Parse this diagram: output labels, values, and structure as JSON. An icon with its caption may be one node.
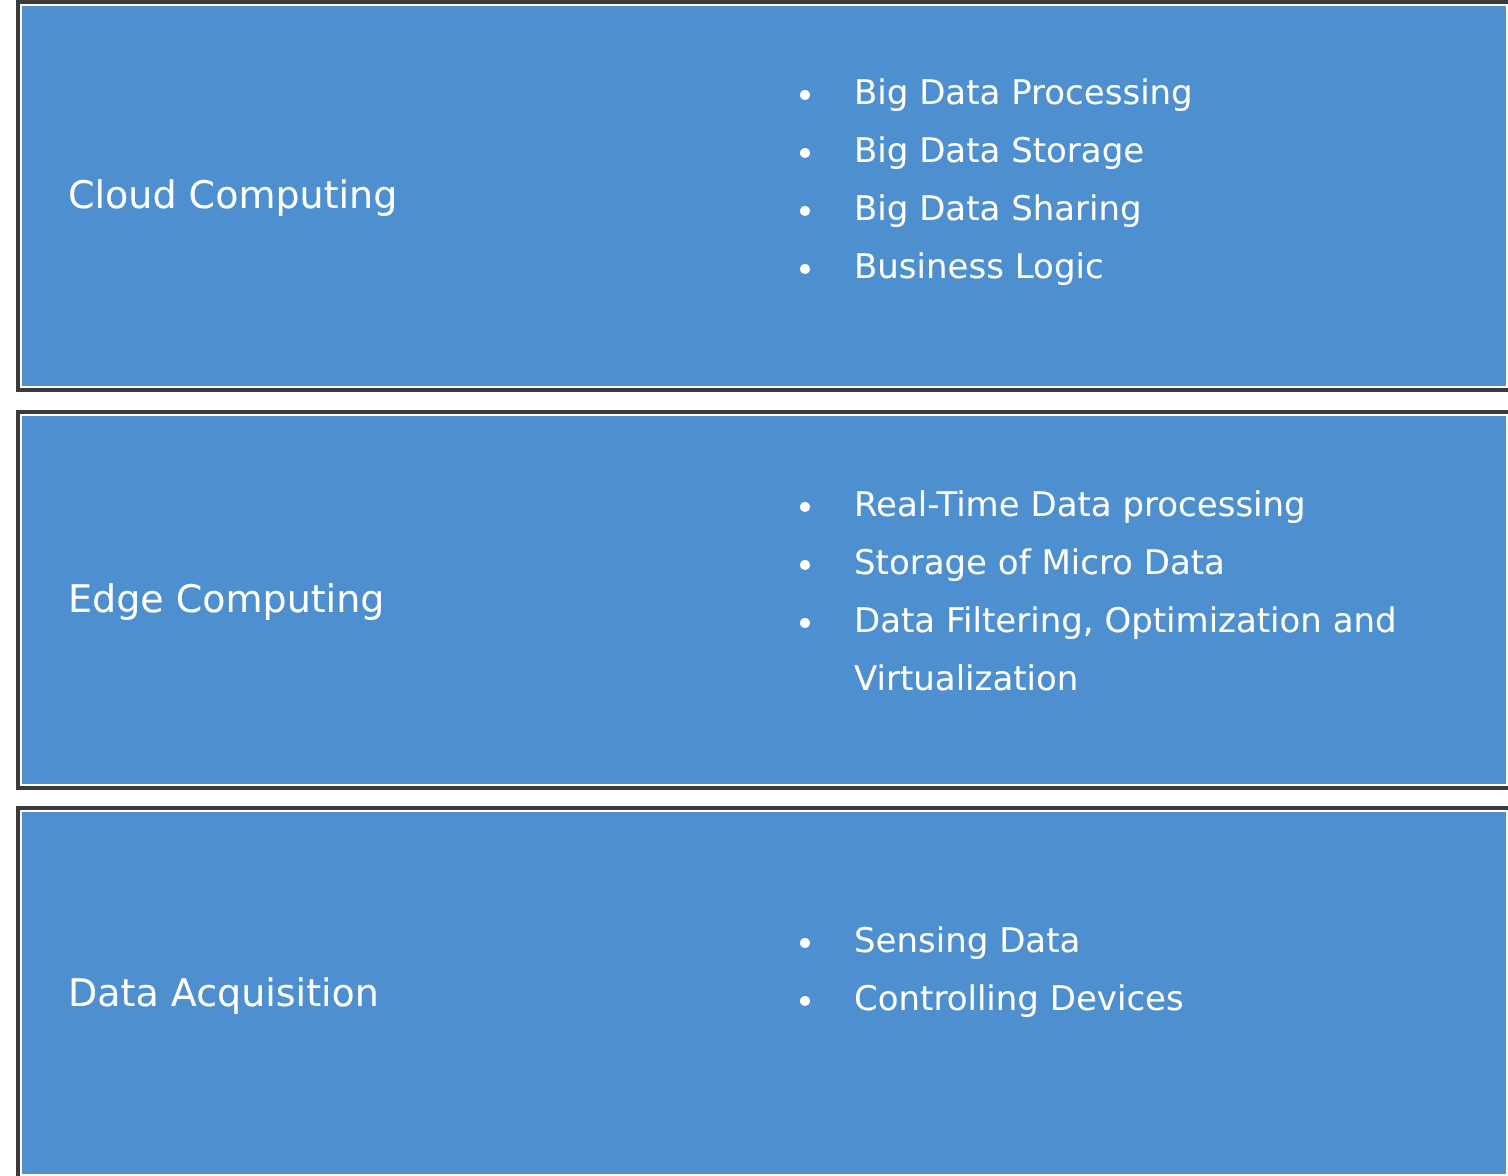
{
  "diagram": {
    "nodes": [
      {
        "text": [
          "Cloud Computing",
          "Big Data Processing",
          "Big Data Storage",
          "Big Data Sharing",
          "Business Logic"
        ]
      },
      {
        "text": [
          "Edge Computing",
          "Real-Time Data processing",
          "Storage of Micro Data",
          "Data Filtering, Optimization and Virtualization"
        ]
      },
      {
        "text": [
          "Data Acquisition",
          "Sensing Data",
          "Controlling Devices"
        ]
      }
    ]
  }
}
